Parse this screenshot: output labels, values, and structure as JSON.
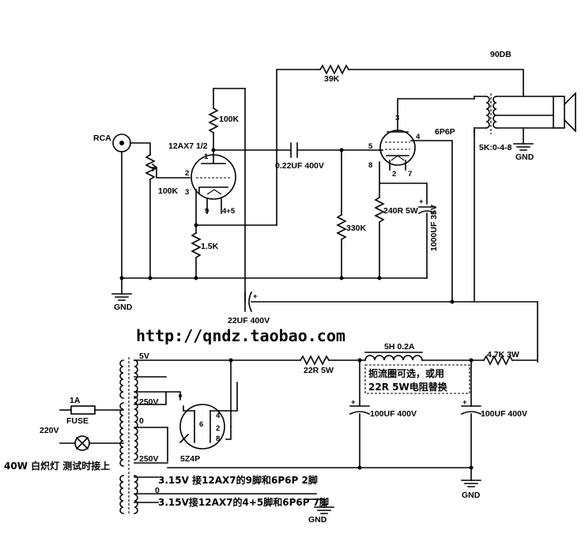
{
  "labels": {
    "db": "90DB",
    "r39k": "39K",
    "tube6p6p": "6P6P",
    "out_tx": "5K:0-4-8",
    "gnd": "GND",
    "rca": "RCA",
    "r100k_top": "100K",
    "tube12ax7": "12AX7 1/2",
    "cap022": "0.22UF 400V",
    "pot100k": "100K",
    "r1k5": "1.5K",
    "r330k": "330K",
    "r240": "240R 5W",
    "cap1000": "1000UF 35V",
    "cap22": "22UF 400V",
    "url": "http://qndz.taobao.com",
    "choke": "5H 0.2A",
    "r47k": "4.7K 3W",
    "v5": "5V",
    "r22": "22R 5W",
    "choke_note1": "扼流圈可选，或用",
    "choke_note2": "22R 5W电阻替换",
    "fuse_rating": "1A",
    "fuse": "FUSE",
    "v220": "220V",
    "v250a": "250V",
    "v250b": "250V",
    "zero_a": "0",
    "zero_b": "0",
    "rect": "5Z4P",
    "cap100a": "100UF 400V",
    "cap100b": "100UF 400V",
    "lamp_note": "40W 白炽灯 测试时接上",
    "heater1": "3.15V 接12AX7的9脚和6P6P 2脚",
    "heater2": "3.15V接12AX7的4+5脚和6P6P 7脚"
  },
  "pins": {
    "p1": "1",
    "p2": "2",
    "p3": "3",
    "p9": "9",
    "p45": "4+5",
    "q3": "3",
    "q4": "4",
    "q5": "5",
    "q8": "8",
    "q2": "2",
    "q7": "7",
    "r6": "6",
    "r4": "4",
    "r2": "2",
    "r8": "8"
  }
}
